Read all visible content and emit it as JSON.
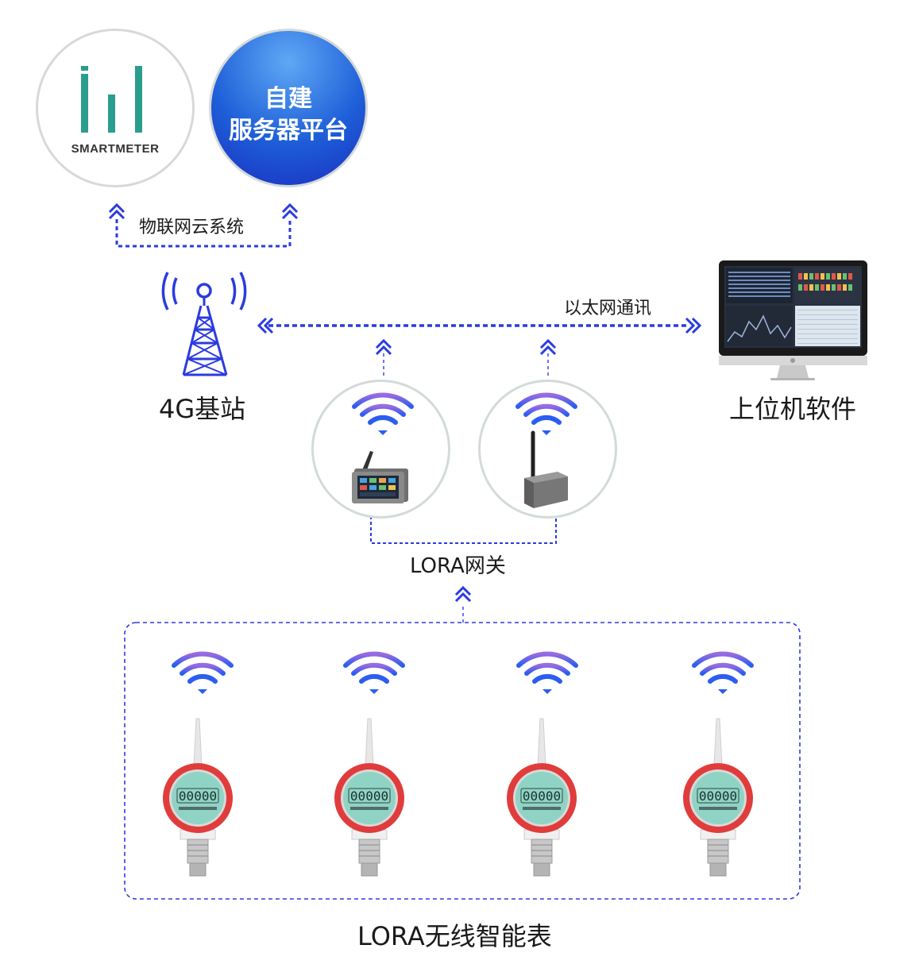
{
  "cloud": {
    "logo_text": "SMARTMETER",
    "server_line1": "自建",
    "server_line2": "服务器平台",
    "iot_label": "物联网云系统"
  },
  "network": {
    "tower_label": "4G基站",
    "ethernet_label": "以太网通讯",
    "software_label": "上位机软件",
    "gateway_label": "LORA网关"
  },
  "meters": {
    "group_label": "LORA无线智能表",
    "count": 4
  },
  "colors": {
    "accent_blue": "#2b3be0",
    "server_blue": "#1e5fd8",
    "logo_teal": "#2a9d8f",
    "meter_red": "#e03c3c",
    "lcd_teal": "#8fd3c4"
  },
  "icons": {
    "wifi": "wifi-icon",
    "arrow_up": "double-chevron-up-icon",
    "tower": "cell-tower-icon",
    "monitor": "monitor-icon"
  }
}
